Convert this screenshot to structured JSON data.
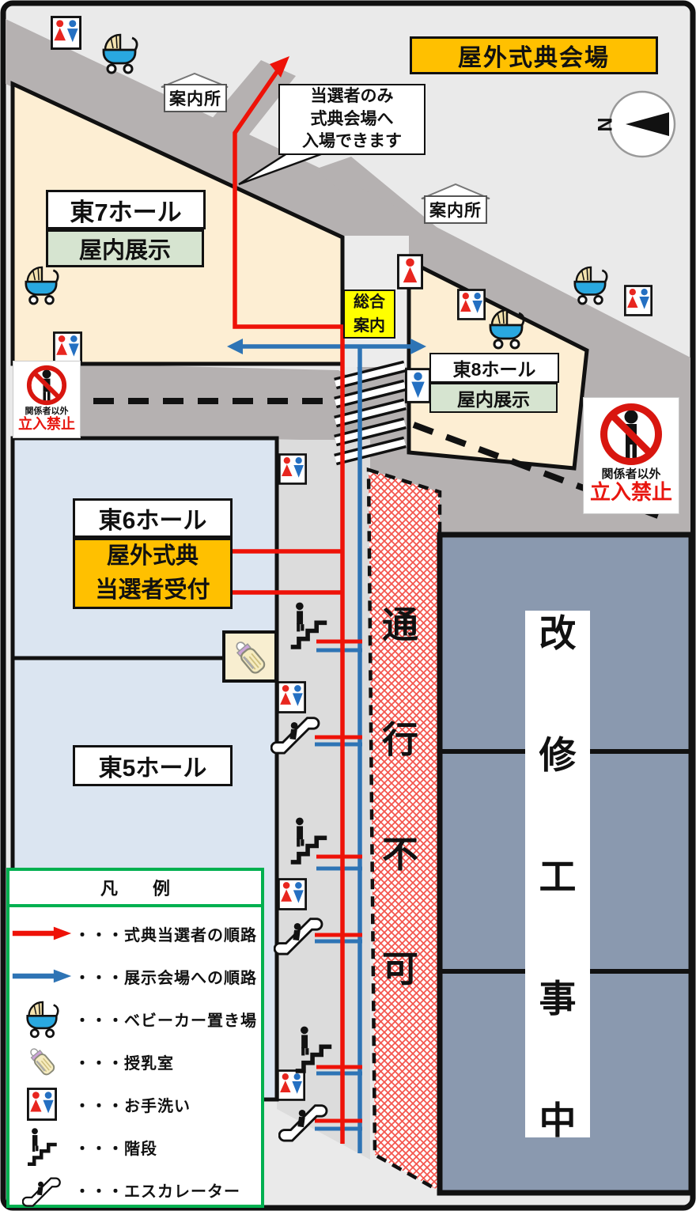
{
  "map": {
    "banner": "屋外式典会場",
    "callout": "当選者のみ\n式典会場へ\n入場できます",
    "info_sign_1": "案内所",
    "info_sign_2": "案内所",
    "general_info": "総合\n案内",
    "halls": {
      "east7": {
        "name": "東7ホール",
        "type": "屋内展示"
      },
      "east8": {
        "name": "東8ホール",
        "type": "屋内展示"
      },
      "east6": {
        "name": "東6ホール"
      },
      "east5": {
        "name": "東5ホール"
      }
    },
    "reception": "屋外式典\n当選者受付",
    "no_entry": {
      "line1": "関係者以外",
      "line2": "立入禁止"
    },
    "closed_path": "通\n行\n不\n可",
    "construction": "改\n修\n工\n事\n中",
    "compass": "N"
  },
  "legend": {
    "title": "凡　　例",
    "items": [
      {
        "icon": "red-arrow",
        "label": "・・・式典当選者の順路"
      },
      {
        "icon": "blue-arrow",
        "label": "・・・展示会場への順路"
      },
      {
        "icon": "stroller",
        "label": "・・・ベビーカー置き場"
      },
      {
        "icon": "bottle",
        "label": "・・・授乳室"
      },
      {
        "icon": "toilet",
        "label": "・・・お手洗い"
      },
      {
        "icon": "stairs",
        "label": "・・・階段"
      },
      {
        "icon": "escalator",
        "label": "・・・エスカレーター"
      }
    ]
  },
  "colors": {
    "route_red": "#ee1208",
    "route_blue": "#2e74b5",
    "banner_orange": "#ffc000",
    "info_yellow": "#ffff00",
    "legend_green": "#00b050",
    "hall_cream": "#fdeed3",
    "hall_blue": "#dbe5f1",
    "exhibit_green": "#d6e4d0",
    "construction_gray": "#8a99af",
    "road_gray": "#b5b1b1"
  }
}
